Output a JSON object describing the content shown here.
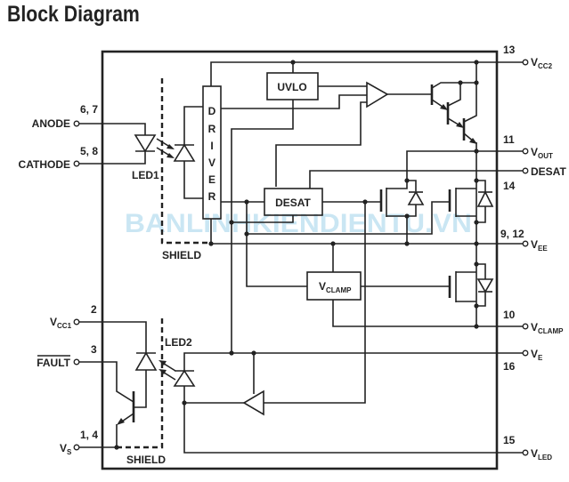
{
  "title": "Block Diagram",
  "watermark": "BANLINHKIENDIENTU.VN",
  "blocks": {
    "uvlo": "UVLO",
    "desat": "DESAT",
    "vclamp_main": "V",
    "vclamp_sub": "CLAMP",
    "driver_letters": [
      "D",
      "R",
      "I",
      "V",
      "E",
      "R"
    ]
  },
  "labels": {
    "led1": "LED1",
    "led2": "LED2",
    "shield_top": "SHIELD",
    "shield_bottom": "SHIELD"
  },
  "pins_left": [
    {
      "number": "6, 7",
      "name": "ANODE"
    },
    {
      "number": "5, 8",
      "name": "CATHODE"
    },
    {
      "number": "2",
      "name": "V",
      "sub": "CC1"
    },
    {
      "number": "3",
      "name": "FAULT",
      "overline": true
    },
    {
      "number": "1, 4",
      "name": "V",
      "sub": "S"
    }
  ],
  "pins_right": [
    {
      "number": "13",
      "name": "V",
      "sub": "CC2"
    },
    {
      "number": "11",
      "name": "V",
      "sub": "OUT"
    },
    {
      "number": "",
      "name": "DESAT"
    },
    {
      "number": "14",
      "name": ""
    },
    {
      "number": "9, 12",
      "name": "V",
      "sub": "EE"
    },
    {
      "number": "10",
      "name": "V",
      "sub": "CLAMP"
    },
    {
      "number": "16",
      "name": "V",
      "sub": "E"
    },
    {
      "number": "15",
      "name": "V",
      "sub": "LED"
    }
  ]
}
